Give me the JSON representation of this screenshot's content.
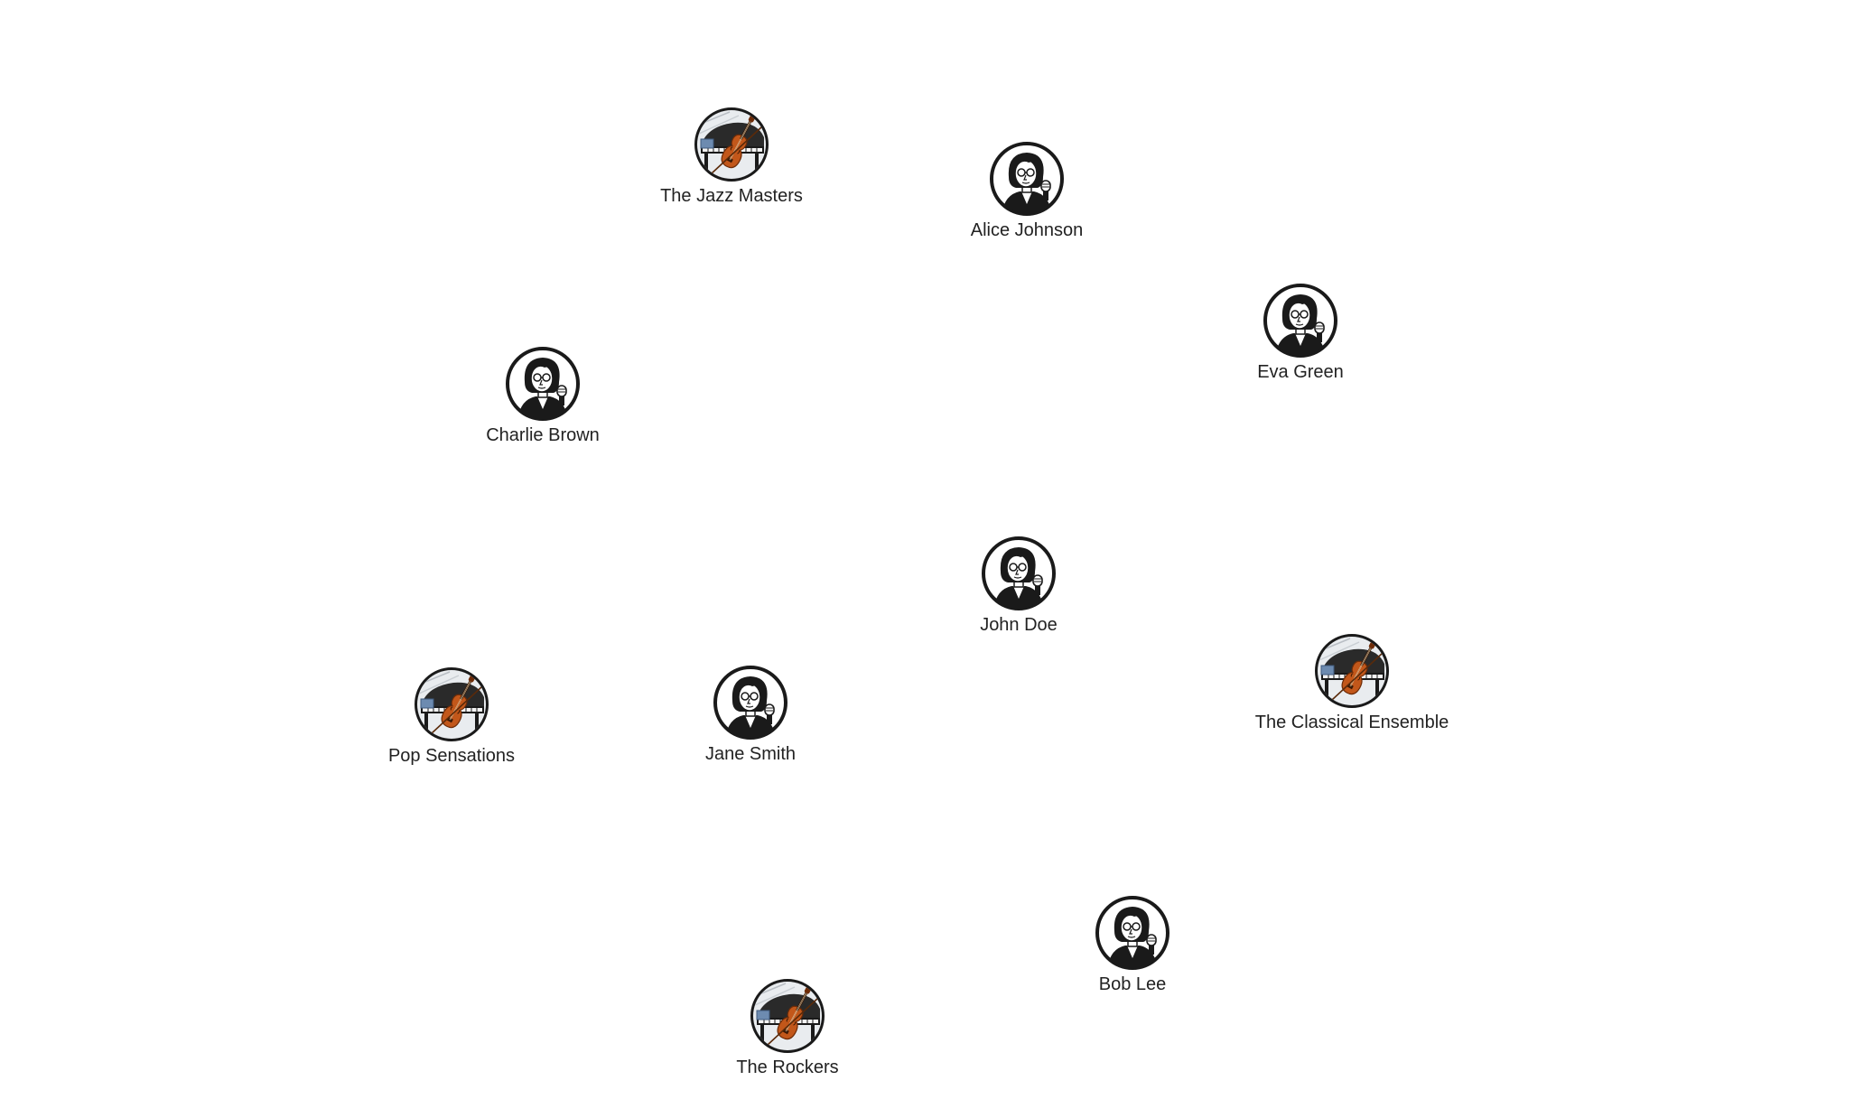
{
  "graph": {
    "nodes": [
      {
        "id": "jazz-masters",
        "label": "The Jazz Masters",
        "kind": "band",
        "icon": "violin-piano-icon"
      },
      {
        "id": "alice-johnson",
        "label": "Alice Johnson",
        "kind": "person",
        "icon": "musician-portrait-icon"
      },
      {
        "id": "eva-green",
        "label": "Eva Green",
        "kind": "person",
        "icon": "musician-portrait-icon"
      },
      {
        "id": "charlie-brown",
        "label": "Charlie Brown",
        "kind": "person",
        "icon": "musician-portrait-icon"
      },
      {
        "id": "john-doe",
        "label": "John Doe",
        "kind": "person",
        "icon": "musician-portrait-icon"
      },
      {
        "id": "classical-ensemble",
        "label": "The Classical Ensemble",
        "kind": "band",
        "icon": "violin-piano-icon"
      },
      {
        "id": "pop-sensations",
        "label": "Pop Sensations",
        "kind": "band",
        "icon": "violin-piano-icon"
      },
      {
        "id": "jane-smith",
        "label": "Jane Smith",
        "kind": "person",
        "icon": "musician-portrait-icon"
      },
      {
        "id": "bob-lee",
        "label": "Bob Lee",
        "kind": "person",
        "icon": "musician-portrait-icon"
      },
      {
        "id": "the-rockers",
        "label": "The Rockers",
        "kind": "band",
        "icon": "violin-piano-icon"
      }
    ]
  },
  "colors": {
    "background": "#ffffff",
    "icon_ring": "#1a1a1a",
    "label_text": "#222222",
    "violin_wood": "#c2571a",
    "piano_dark": "#2a2a2a"
  }
}
